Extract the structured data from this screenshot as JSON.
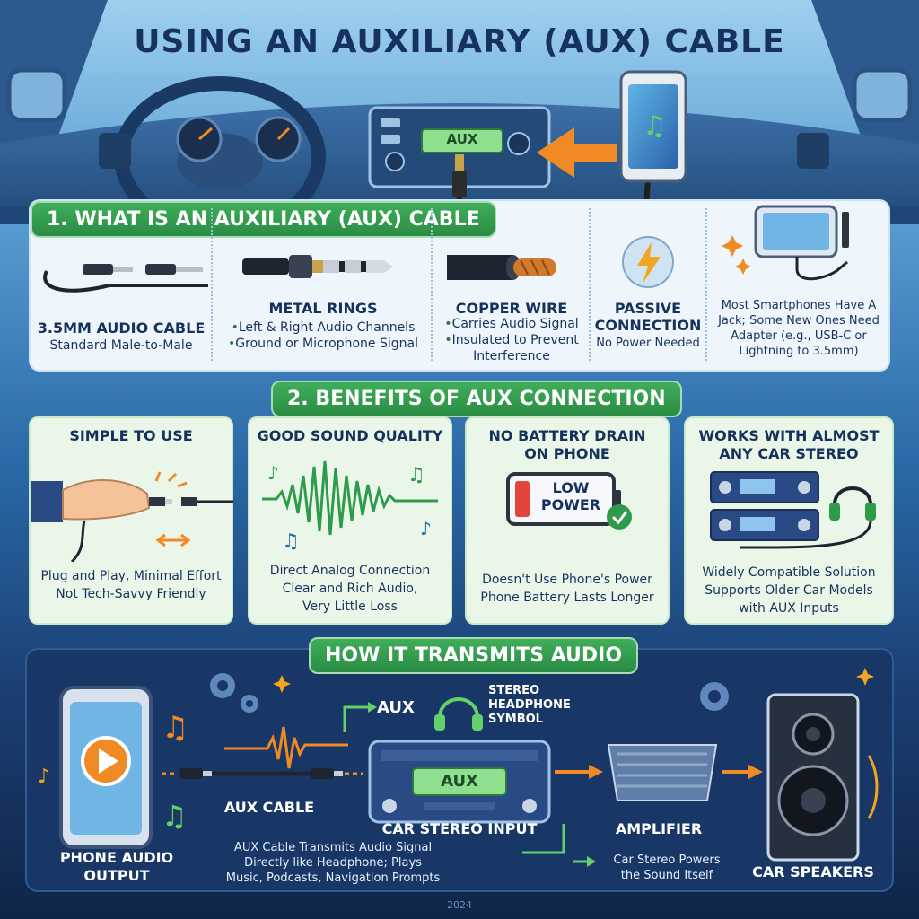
{
  "title": "USING AN AUXILIARY (AUX) CABLE",
  "dash_display": "AUX",
  "section1": {
    "header": "1. WHAT IS AN AUXILIARY (AUX) CABLE",
    "items": [
      {
        "title": "3.5MM AUDIO CABLE",
        "desc": "Standard Male-to-Male"
      },
      {
        "title": "METAL RINGS",
        "bullets": [
          "Left & Right Audio Channels",
          "Ground or Microphone Signal"
        ]
      },
      {
        "title": "COPPER WIRE",
        "bullets": [
          "Carries Audio Signal",
          "Insulated to Prevent Interference"
        ]
      },
      {
        "title_line1": "PASSIVE",
        "title_line2": "CONNECTION",
        "desc": "No Power Needed"
      },
      {
        "desc_lines": [
          "Most Smartphones Have A",
          "Jack; Some New Ones Need",
          "Adapter (e.g., USB-C or",
          "Lightning to 3.5mm)"
        ]
      }
    ]
  },
  "section2": {
    "header": "2. BENEFITS OF AUX CONNECTION",
    "cards": [
      {
        "title_lines": [
          "SIMPLE TO USE"
        ],
        "desc_lines": [
          "Plug and Play, Minimal Effort",
          "Not Tech-Savvy Friendly"
        ]
      },
      {
        "title_lines": [
          "GOOD SOUND QUALITY"
        ],
        "desc_lines": [
          "Direct Analog Connection",
          "Clear and Rich Audio,",
          "Very Little Loss"
        ]
      },
      {
        "title_lines": [
          "NO BATTERY DRAIN",
          "ON PHONE"
        ],
        "badge_lines": [
          "LOW",
          "POWER"
        ],
        "desc_lines": [
          "Doesn't Use Phone's Power",
          "Phone Battery Lasts Longer"
        ]
      },
      {
        "title_lines": [
          "WORKS WITH ALMOST",
          "ANY CAR STEREO"
        ],
        "desc_lines": [
          "Widely Compatible Solution",
          "Supports Older Car Models",
          "with AUX Inputs"
        ]
      }
    ]
  },
  "section3": {
    "header": "HOW IT TRANSMITS AUDIO",
    "aux_label": "AUX",
    "stereo_symbol_lines": [
      "STEREO",
      "HEADPHONE",
      "SYMBOL"
    ],
    "stereo_display": "AUX",
    "phone_label_lines": [
      "PHONE AUDIO",
      "OUTPUT"
    ],
    "cable_label": "AUX CABLE",
    "stereo_label": "CAR STEREO INPUT",
    "amp_label": "AMPLIFIER",
    "speakers_label": "CAR SPEAKERS",
    "transmit_note_lines": [
      "AUX Cable Transmits Audio Signal",
      "Directly like Headphone; Plays",
      "Music, Podcasts, Navigation Prompts"
    ],
    "power_note_lines": [
      "Car Stereo Powers",
      "the Sound Itself"
    ]
  },
  "year": "2024",
  "colors": {
    "accent_green": "#2f9a4c",
    "navy": "#17325f",
    "orange": "#f08a24",
    "panel_light": "#eef6fc"
  }
}
